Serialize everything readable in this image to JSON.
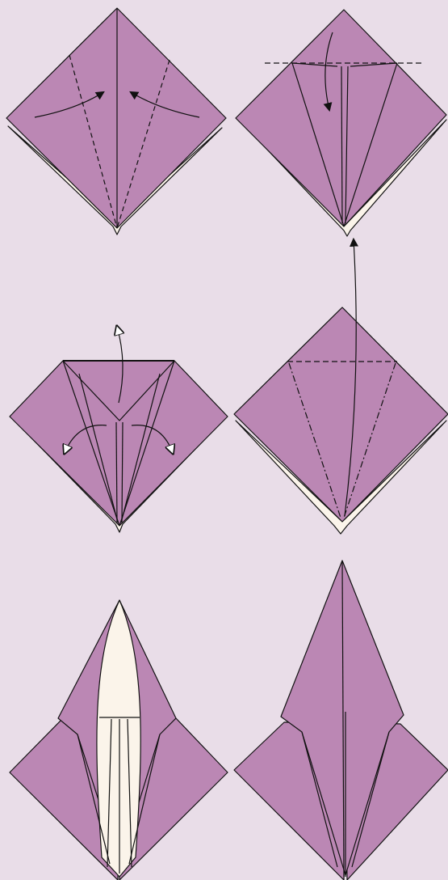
{
  "diagram": {
    "kind": "origami-instructions",
    "step_count": 6,
    "colors": {
      "background": "#E9DDE8",
      "paper": "#BB87B4",
      "paper_back": "#FBF4EA",
      "line": "#111111"
    },
    "steps": [
      {
        "id": 1,
        "action": "fold-edges-to-center"
      },
      {
        "id": 2,
        "action": "fold-top-corner-down"
      },
      {
        "id": 3,
        "action": "unfold"
      },
      {
        "id": 4,
        "action": "petal-fold"
      },
      {
        "id": 5,
        "action": "flip-over"
      },
      {
        "id": 6,
        "action": "repeat-on-back"
      }
    ]
  }
}
